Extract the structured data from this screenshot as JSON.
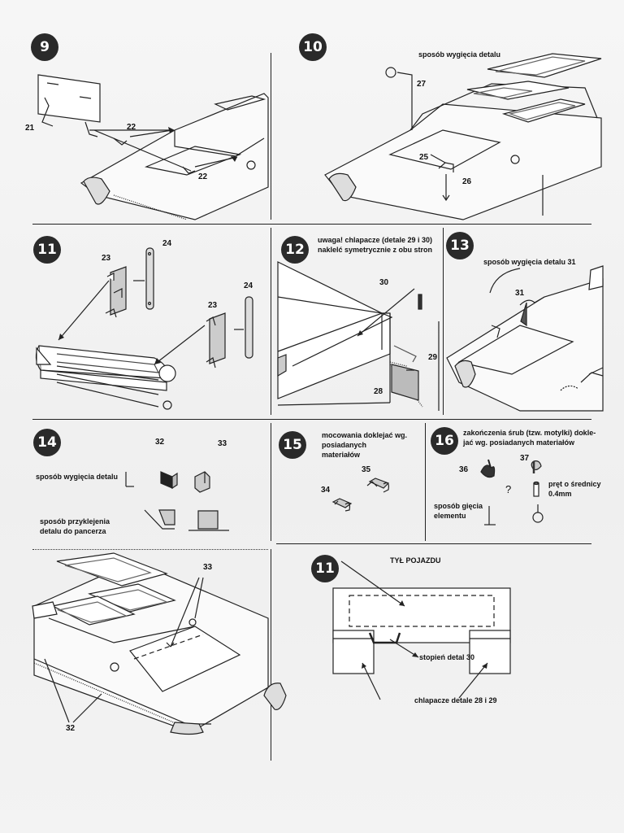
{
  "steps": {
    "s9": {
      "number": "9",
      "labels": [
        "21",
        "22",
        "22"
      ]
    },
    "s10": {
      "number": "10",
      "caption": "sposób wygięcia detalu",
      "labels": [
        "27",
        "25",
        "26"
      ]
    },
    "s11": {
      "number": "11",
      "labels": [
        "24",
        "23",
        "24",
        "23"
      ]
    },
    "s12": {
      "number": "12",
      "caption_line1": "uwaga! chlapacze (detale 29 i 30)",
      "caption_line2": "naklelć symetrycznie z obu stron",
      "labels": [
        "30",
        "29",
        "28"
      ]
    },
    "s13": {
      "number": "13",
      "caption": "sposób wygięcia detalu 31",
      "labels": [
        "31"
      ]
    },
    "s14": {
      "number": "14",
      "labels": [
        "32",
        "33"
      ],
      "bend_caption": "sposób wygięcia detalu",
      "glue_caption_line1": "sposób przyklejenia",
      "glue_caption_line2": "detalu do pancerza"
    },
    "s15": {
      "number": "15",
      "caption_line1": "mocowania doklejać wg.",
      "caption_line2": "posiadanych",
      "caption_line3": "materiałów",
      "labels": [
        "35",
        "34"
      ]
    },
    "s16": {
      "number": "16",
      "caption_line1": "zakończenia śrub (tzw. motylki) dokle-",
      "caption_line2": "jać wg. posiadanych materiałów",
      "labels": [
        "36",
        "37"
      ],
      "question": "?",
      "rod_line1": "pręt o średnicy",
      "rod_line2": "0.4mm",
      "bend_caption_line1": "sposób gięcia",
      "bend_caption_line2": "elementu"
    },
    "bottom_left": {
      "labels": [
        "33",
        "32"
      ]
    },
    "bottom_right": {
      "number": "11",
      "title": "TYŁ POJAZDU",
      "step_label": "stopień detal 30",
      "mudflap_label": "chlapacze detale 28 i 29"
    }
  }
}
